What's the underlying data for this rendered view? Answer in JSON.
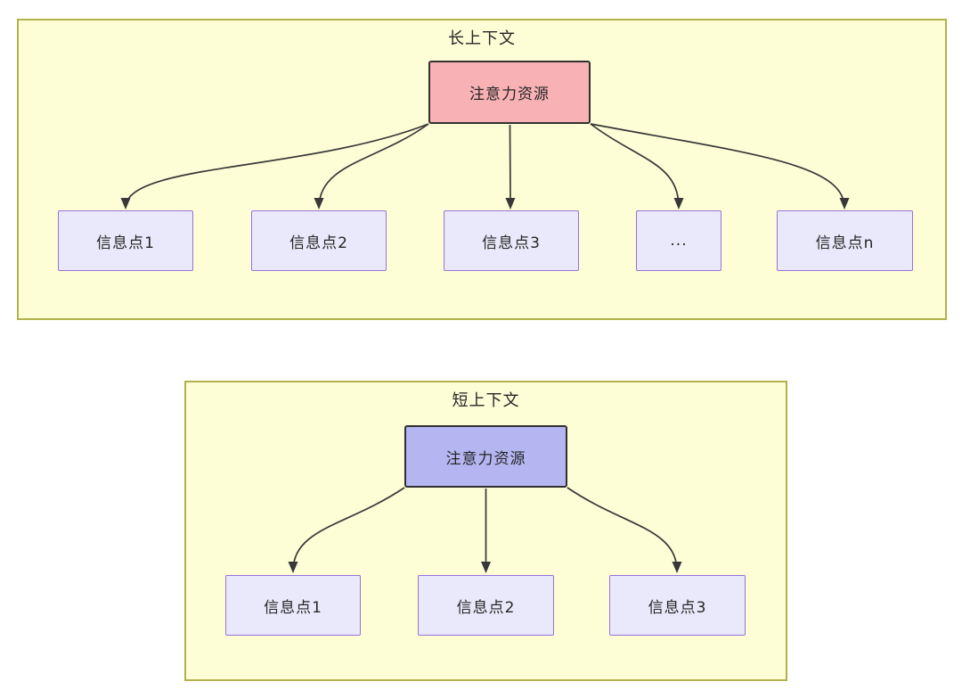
{
  "diagram": {
    "panels": [
      {
        "id": "long-context",
        "title": "长上下文",
        "attention_label": "注意力资源",
        "info_nodes": [
          "信息点1",
          "信息点2",
          "信息点3",
          "...",
          "信息点n"
        ]
      },
      {
        "id": "short-context",
        "title": "短上下文",
        "attention_label": "注意力资源",
        "info_nodes": [
          "信息点1",
          "信息点2",
          "信息点3"
        ]
      }
    ],
    "colors": {
      "panel_fill": "#fdfdd6",
      "panel_border": "#b2b24a",
      "attention_long_fill": "#f8b1b5",
      "attention_short_fill": "#b5b5f1",
      "attention_border": "#303030",
      "info_fill": "#e9e9fb",
      "info_border": "#9673d9",
      "edge_color": "#383838"
    }
  }
}
